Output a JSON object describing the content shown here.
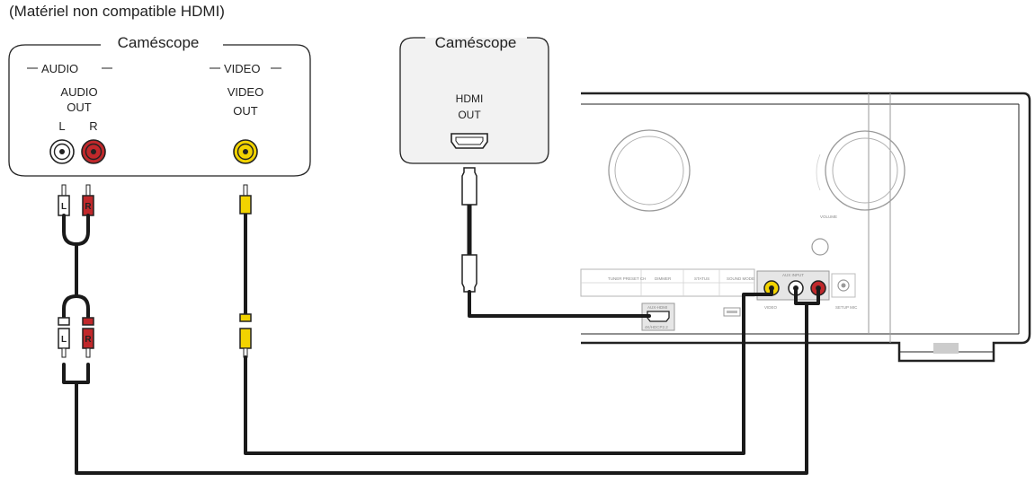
{
  "diagram": {
    "note": "(Matériel non compatible HDMI)",
    "left_device": {
      "title": "Caméscope",
      "audio_group": "AUDIO",
      "audio_out_line1": "AUDIO",
      "audio_out_line2": "OUT",
      "left_label": "L",
      "right_label": "R",
      "video_group": "VIDEO",
      "video_out_line1": "VIDEO",
      "video_out_line2": "OUT"
    },
    "right_device": {
      "title": "Caméscope",
      "hdmi_line1": "HDMI",
      "hdmi_line2": "OUT"
    },
    "plug_marks": {
      "left": "L",
      "right": "R"
    },
    "receiver": {
      "knob_small_label": "VOLUME",
      "aux_input": "AUX INPUT",
      "aux_hdmi": "AUX-HDMI",
      "hdmi_note": "4K/HDCP2.2",
      "video_jack": "VIDEO",
      "setup_mic": "SETUP MIC",
      "button_labels": [
        "TUNER PRESET CH",
        "DIMMER",
        "STATUS",
        "SOUND MODE"
      ]
    },
    "colors": {
      "white_jack": "#ffffff",
      "red_jack": "#c0282b",
      "yellow_jack": "#f2d300",
      "receiver_panel": "#e6e6e6"
    }
  }
}
